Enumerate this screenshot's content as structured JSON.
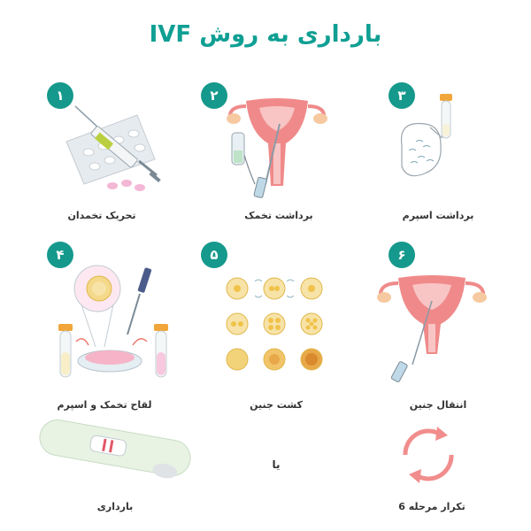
{
  "title": "بارداری به روش IVF",
  "steps": [
    {
      "number": "۱",
      "label": "تحریک تخمدان"
    },
    {
      "number": "۲",
      "label": "برداشت تخمک"
    },
    {
      "number": "۳",
      "label": "برداشت اسپرم"
    },
    {
      "number": "۴",
      "label": "لقاح تخمک و اسپرم"
    },
    {
      "number": "۵",
      "label": "کشت جنین"
    },
    {
      "number": "۶",
      "label": "انتقال جنین"
    }
  ],
  "outcomes": {
    "pregnancy": "بارداری",
    "or": "یا",
    "repeat": "تکرار مرحله 6"
  },
  "colors": {
    "accent": "#15998c",
    "title": "#0f9f93",
    "uterus": "#f08a8a",
    "cycle_arrow": "#f28d8d"
  }
}
